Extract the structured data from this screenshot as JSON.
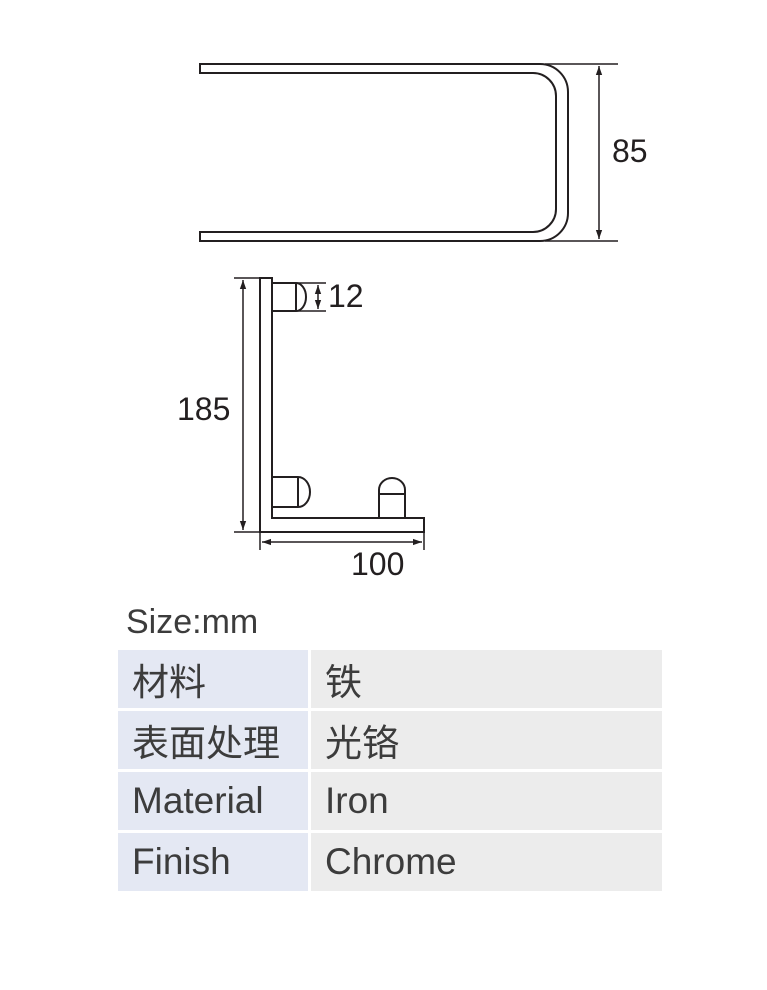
{
  "drawing": {
    "dimensions": {
      "depth": "85",
      "post_diameter": "12",
      "height": "185",
      "width": "100"
    }
  },
  "size_unit": "Size:mm",
  "spec_table": [
    {
      "key": "材料",
      "value": "铁"
    },
    {
      "key": "表面处理",
      "value": "光铬"
    },
    {
      "key": "Material",
      "value": "Iron"
    },
    {
      "key": "Finish",
      "value": "Chrome"
    }
  ],
  "colors": {
    "line": "#231f20",
    "key_cell_bg": "#e4e8f3",
    "value_cell_bg": "#ececec",
    "text": "#3c3c3c"
  }
}
